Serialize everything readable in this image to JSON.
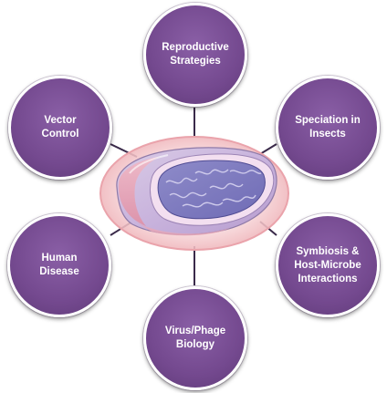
{
  "diagram": {
    "center_image": "mitochondrion-illustration",
    "colors": {
      "node_fill": "#74498f",
      "node_border": "#ffffff",
      "connector": "#3a2a4a",
      "halo": "#f3c8cc"
    },
    "nodes": [
      {
        "id": "top",
        "lines": [
          "Reproductive",
          "Strategies"
        ]
      },
      {
        "id": "right-top",
        "lines": [
          "Speciation in",
          "Insects"
        ]
      },
      {
        "id": "right-bottom",
        "lines": [
          "Symbiosis &",
          "Host-Microbe",
          "Interactions"
        ]
      },
      {
        "id": "bottom",
        "lines": [
          "Virus/Phage",
          "Biology"
        ]
      },
      {
        "id": "left-bottom",
        "lines": [
          "Human",
          "Disease"
        ]
      },
      {
        "id": "left-top",
        "lines": [
          "Vector",
          "Control"
        ]
      }
    ]
  }
}
